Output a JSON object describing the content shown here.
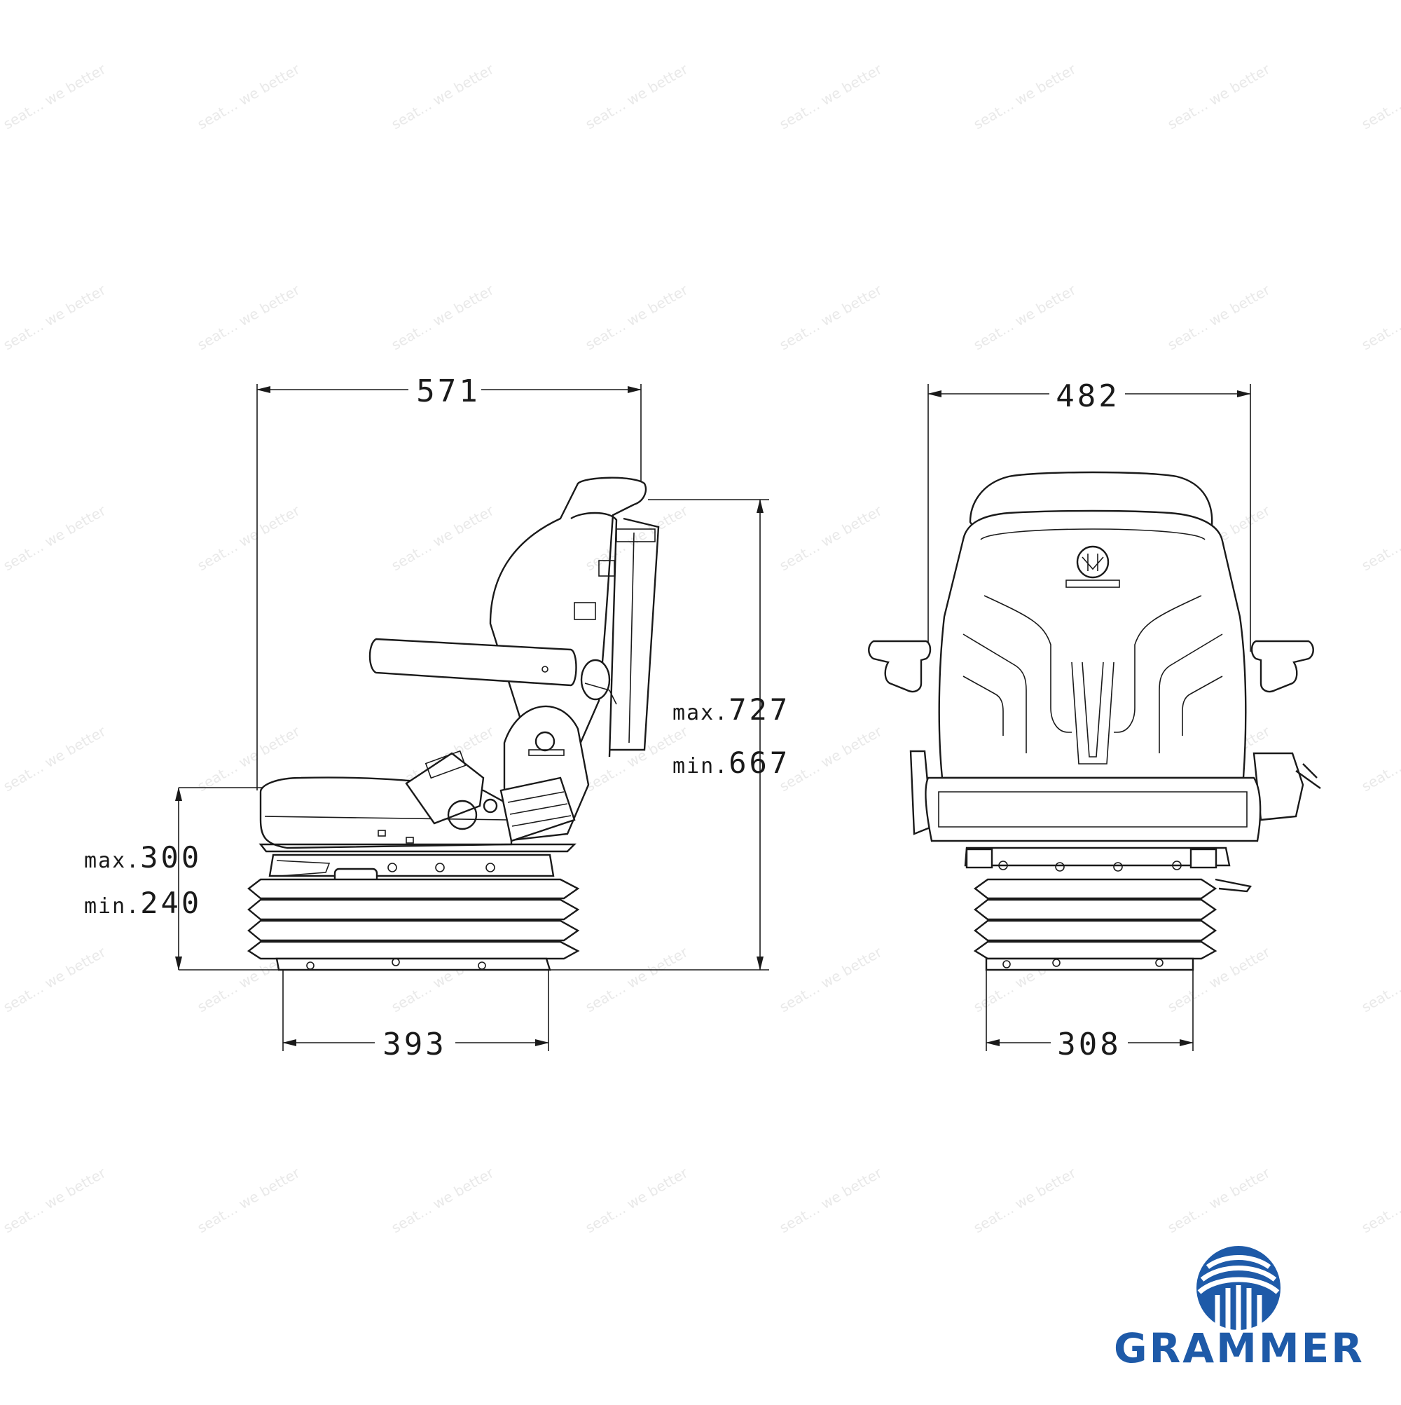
{
  "side_view": {
    "width_label": "571",
    "height_max_label": "max.727",
    "height_min_label": "min.667",
    "seat_max_label": "max.300",
    "seat_min_label": "min.240",
    "base_width_label": "393"
  },
  "front_view": {
    "width_label": "482",
    "base_width_label": "308"
  },
  "brand": {
    "name": "GRAMMER",
    "color": "#1e5aa8"
  },
  "watermark_text": "seat... we better"
}
